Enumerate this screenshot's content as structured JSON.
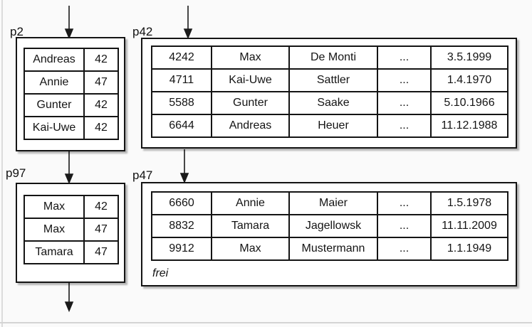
{
  "diagram": {
    "type": "database-index-pages",
    "pages": [
      {
        "label": "p2",
        "kind": "index-page",
        "columns": 2,
        "rows": [
          [
            "Andreas",
            "42"
          ],
          [
            "Annie",
            "47"
          ],
          [
            "Gunter",
            "42"
          ],
          [
            "Kai-Uwe",
            "42"
          ]
        ]
      },
      {
        "label": "p42",
        "kind": "data-page",
        "columns": 5,
        "rows": [
          [
            "4242",
            "Max",
            "De Monti",
            "...",
            "3.5.1999"
          ],
          [
            "4711",
            "Kai-Uwe",
            "Sattler",
            "...",
            "1.4.1970"
          ],
          [
            "5588",
            "Gunter",
            "Saake",
            "...",
            "5.10.1966"
          ],
          [
            "6644",
            "Andreas",
            "Heuer",
            "...",
            "11.12.1988"
          ]
        ]
      },
      {
        "label": "p97",
        "kind": "index-page",
        "columns": 2,
        "rows": [
          [
            "Max",
            "42"
          ],
          [
            "Max",
            "47"
          ],
          [
            "Tamara",
            "47"
          ]
        ]
      },
      {
        "label": "p47",
        "kind": "data-page",
        "columns": 5,
        "rows": [
          [
            "6660",
            "Annie",
            "Maier",
            "...",
            "1.5.1978"
          ],
          [
            "8832",
            "Tamara",
            "Jagellowsk",
            "...",
            "11.11.2009"
          ],
          [
            "9912",
            "Max",
            "Mustermann",
            "...",
            "1.1.1949"
          ]
        ],
        "free_label": "frei"
      }
    ],
    "arrows": [
      {
        "id": "into-p2",
        "from": "outside-top",
        "to": "p2"
      },
      {
        "id": "into-p42",
        "from": "outside-top",
        "to": "p42"
      },
      {
        "id": "p2-to-p97",
        "from": "p2",
        "to": "p97"
      },
      {
        "id": "p42-to-p47",
        "from": "p42",
        "to": "p47"
      },
      {
        "id": "out-of-p97",
        "from": "p97",
        "to": "outside-bottom"
      }
    ],
    "colors": {
      "background": "#fafafa",
      "box_fill": "#ffffff",
      "line": "#141414",
      "edge_line": "#d4d4d4"
    }
  }
}
